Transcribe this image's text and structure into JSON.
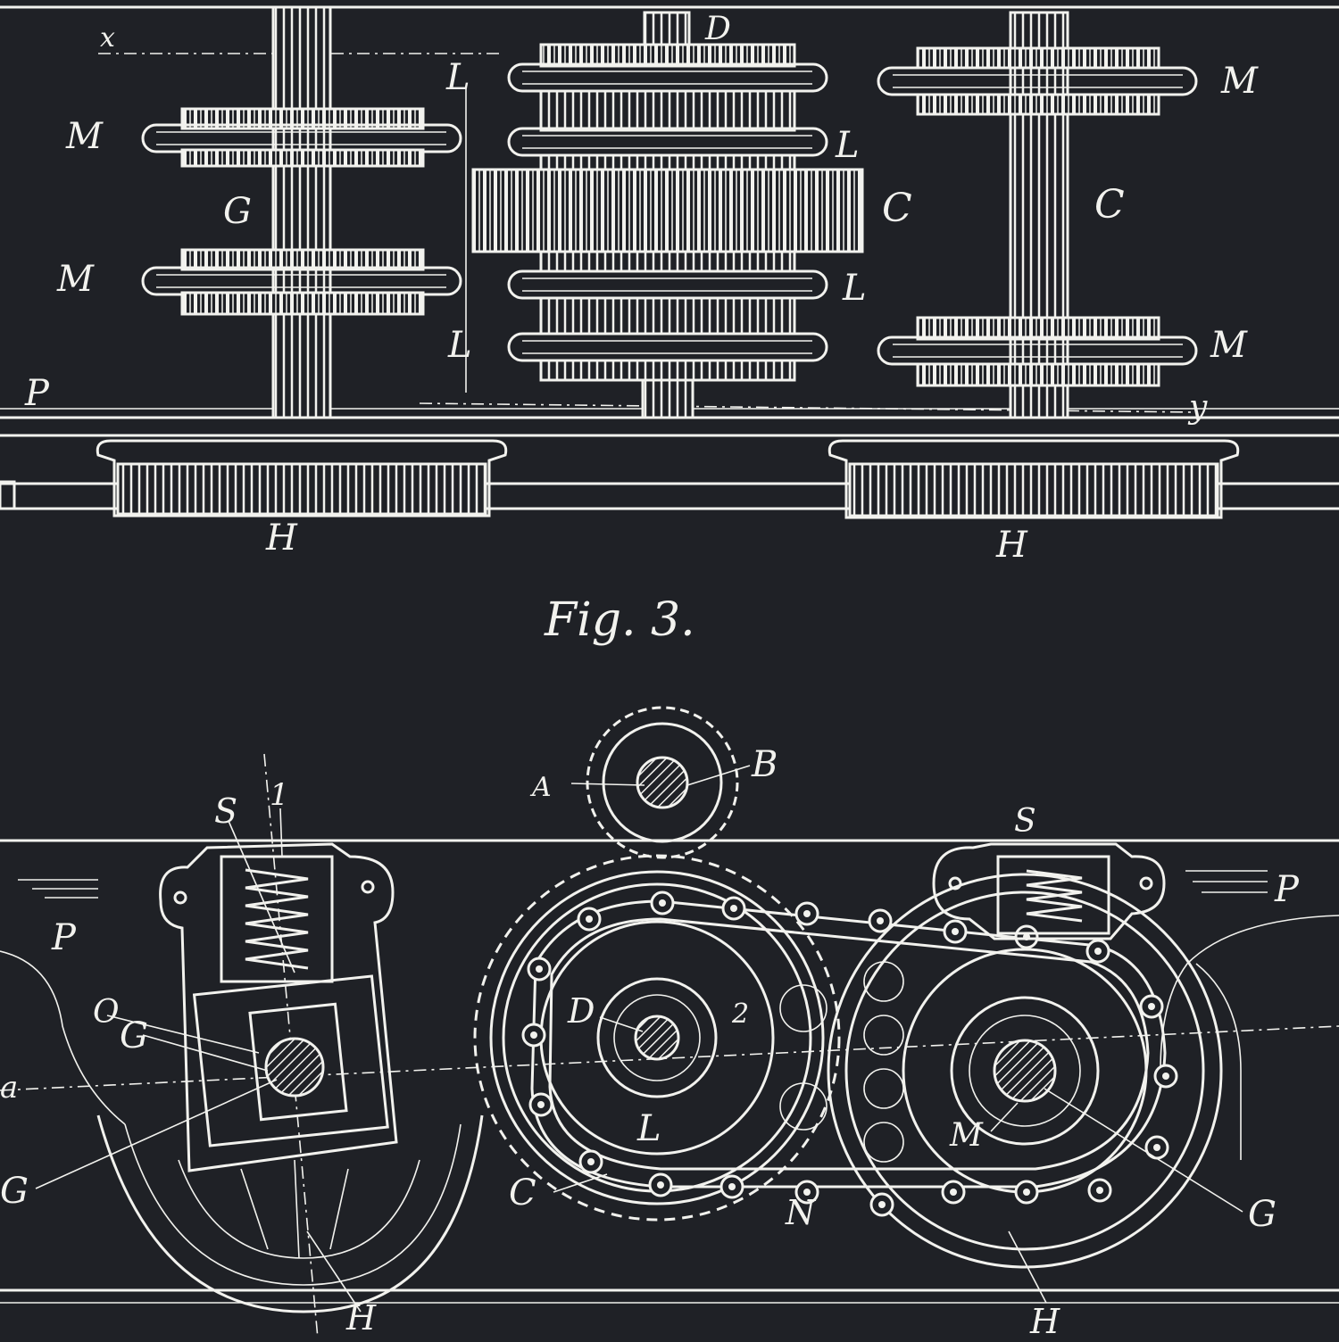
{
  "figure_caption": "Fig. 3.",
  "top_view_labels": {
    "x": "x",
    "y": "y",
    "D": "D",
    "P": "P",
    "L": "L",
    "M": "M",
    "G": "G",
    "C": "C",
    "H": "H"
  },
  "bottom_view_labels": {
    "A": "A",
    "B": "B",
    "S": "S",
    "one": "1",
    "two": "2",
    "P": "P",
    "O": "O",
    "G": "G",
    "a": "a",
    "D": "D",
    "L": "L",
    "M": "M",
    "C": "C",
    "N": "N",
    "H": "H"
  },
  "colors": {
    "background": "#1f2126",
    "ink": "#f2f2ee"
  }
}
